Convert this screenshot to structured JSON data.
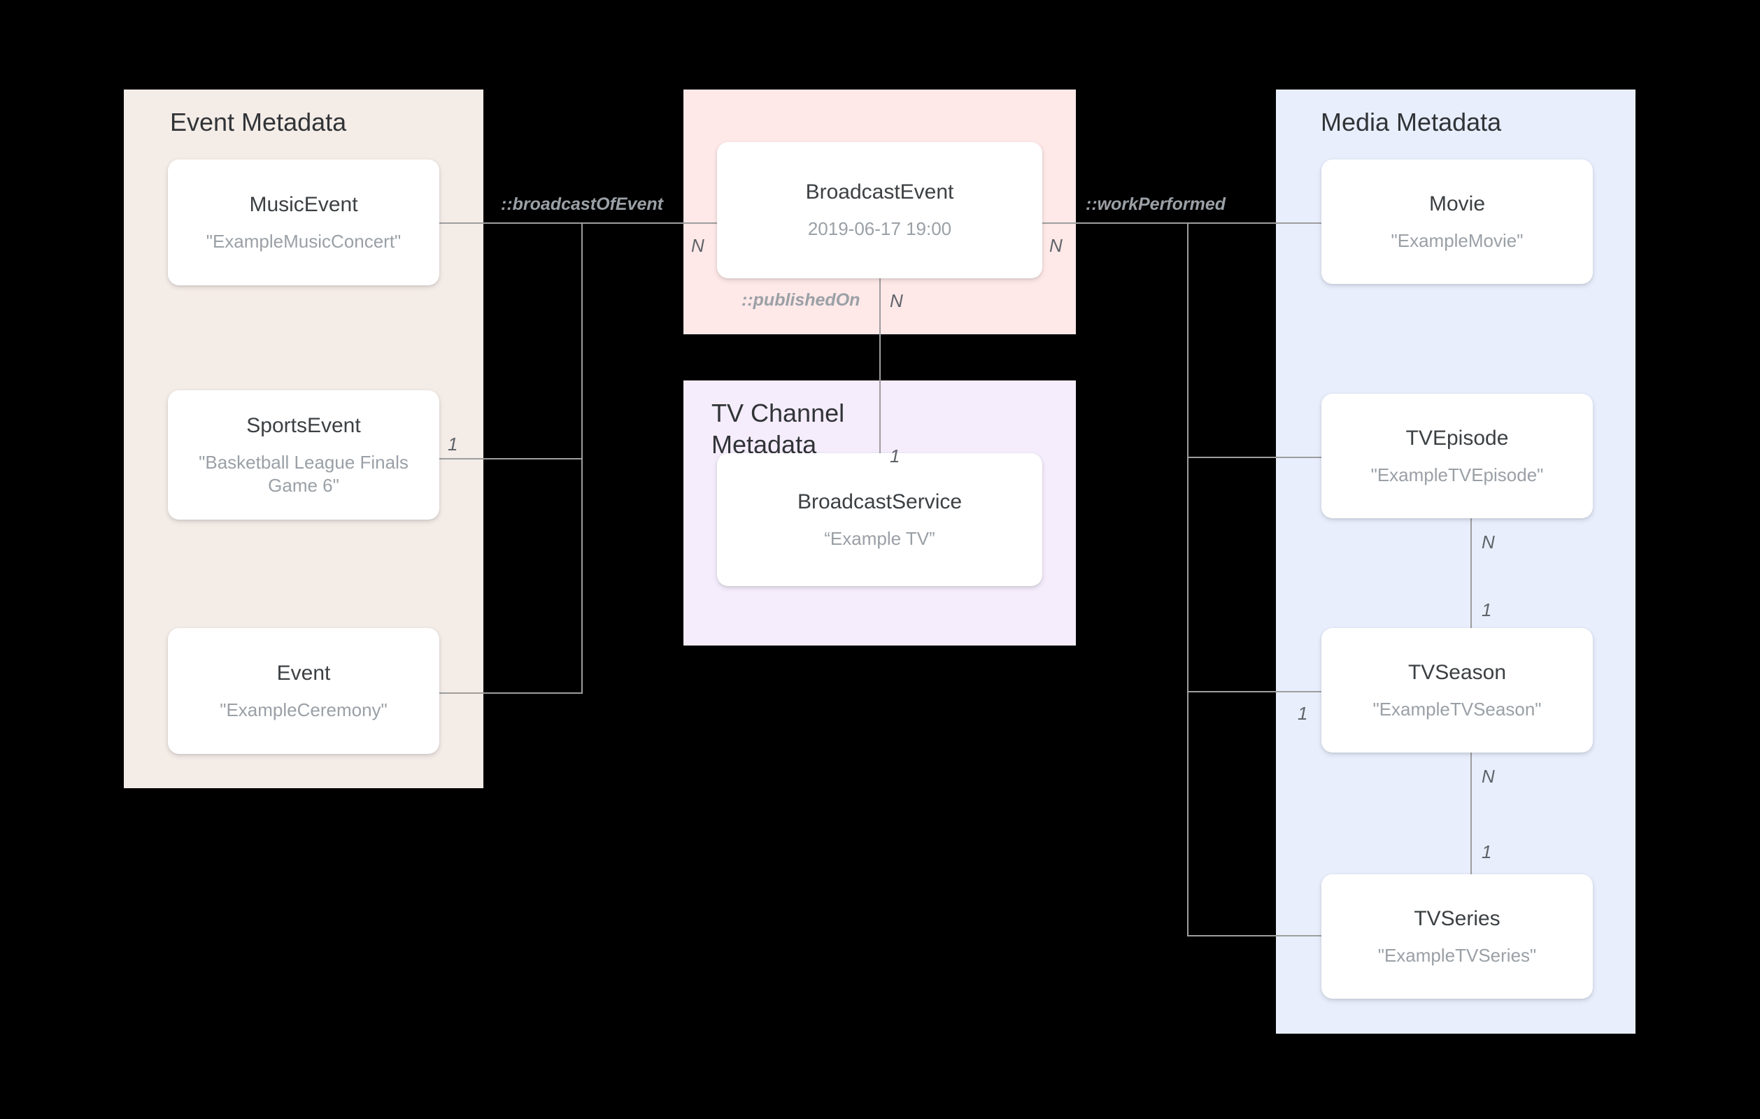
{
  "diagram": {
    "panels": {
      "event": {
        "title": "Event Metadata",
        "color": "#f4ece7"
      },
      "broadcast": {
        "title": "",
        "color": "#ffe8e8"
      },
      "tv_channel": {
        "title": "TV Channel\nMetadata",
        "color": "#f5ecfc"
      },
      "media": {
        "title": "Media Metadata",
        "color": "#e8eefc"
      }
    },
    "entities": [
      {
        "key": "music_event",
        "type": "MusicEvent",
        "value": "\"ExampleMusicConcert\""
      },
      {
        "key": "sports_event",
        "type": "SportsEvent",
        "value": "\"Basketball League Finals Game 6\""
      },
      {
        "key": "event",
        "type": "Event",
        "value": "\"ExampleCeremony\""
      },
      {
        "key": "broadcast_event",
        "type": "BroadcastEvent",
        "value": "2019-06-17 19:00"
      },
      {
        "key": "broadcast_service",
        "type": "BroadcastService",
        "value": "“Example TV”"
      },
      {
        "key": "movie",
        "type": "Movie",
        "value": "\"ExampleMovie\""
      },
      {
        "key": "tv_episode",
        "type": "TVEpisode",
        "value": "\"ExampleTVEpisode\""
      },
      {
        "key": "tv_season",
        "type": "TVSeason",
        "value": "\"ExampleTVSeason\""
      },
      {
        "key": "tv_series",
        "type": "TVSeries",
        "value": "\"ExampleTVSeries\""
      }
    ],
    "relationships": [
      {
        "key": "broadcast_of_event",
        "label": "::broadcastOfEvent"
      },
      {
        "key": "work_performed",
        "label": "::workPerformed"
      },
      {
        "key": "published_on",
        "label": "::publishedOn"
      }
    ],
    "cardinalities": {
      "broadcast_event_left": "N",
      "broadcast_event_right": "N",
      "broadcast_event_bottom": "N",
      "sports_event_right": "1",
      "broadcast_service_top": "1",
      "tv_episode_bottom": "N",
      "tv_season_top": "1",
      "tv_season_left": "1",
      "tv_season_bottom": "N",
      "tv_series_top": "1"
    },
    "line_color": "#9e9e9e"
  }
}
